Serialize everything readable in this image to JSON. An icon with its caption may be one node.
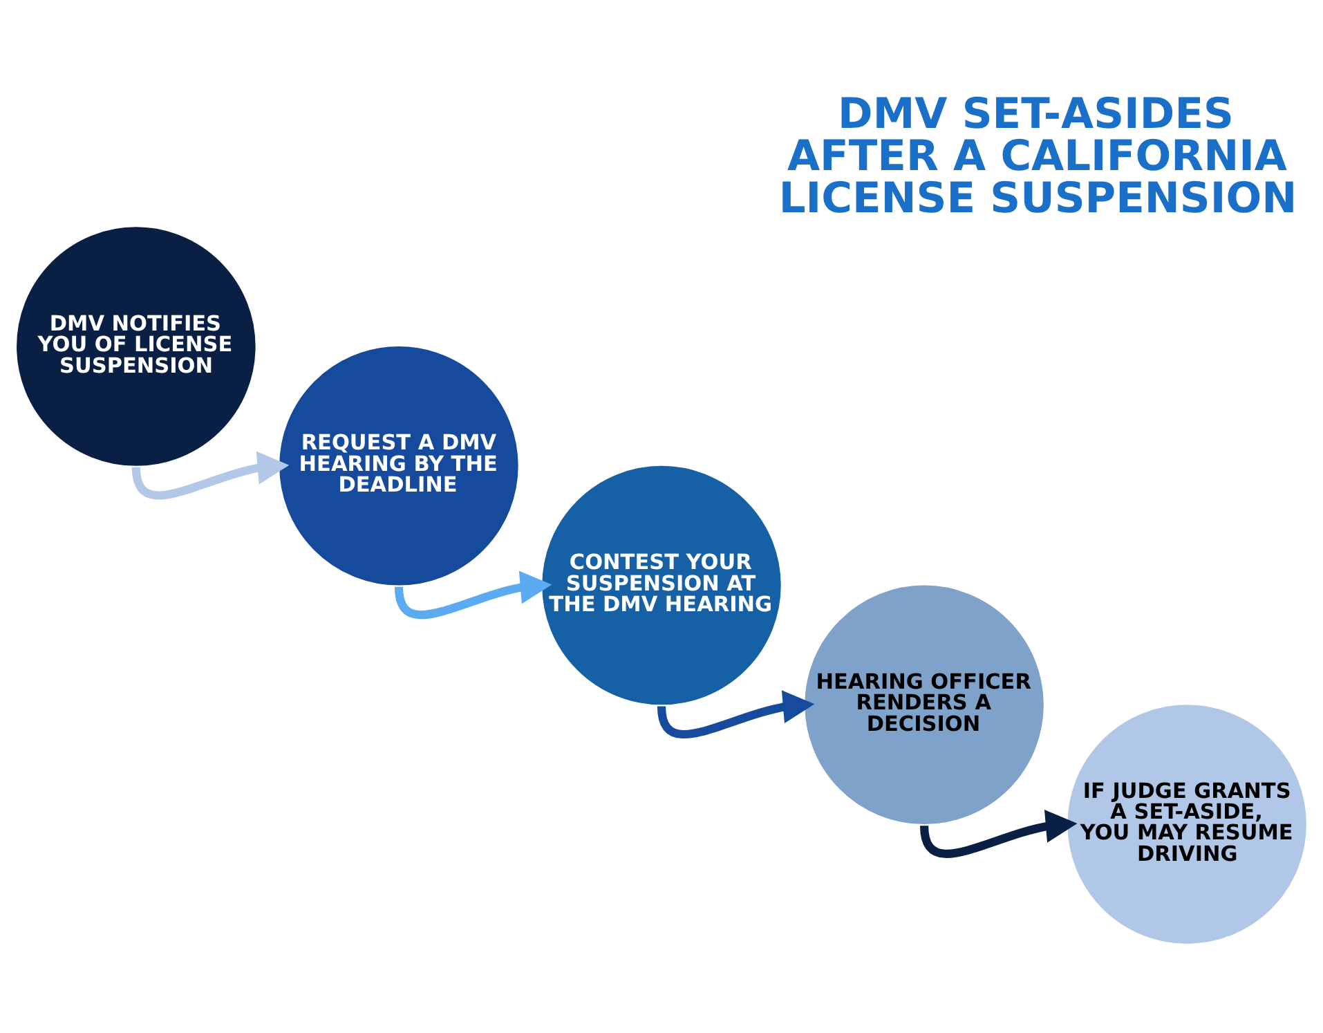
{
  "diagram": {
    "title": "DMV SET-ASIDES AFTER A CALIFORNIA LICENSE SUSPENSION",
    "nodes": [
      {
        "text": [
          "DMV NOTIFIES YOU OF LICENSE SUSPENSION"
        ]
      },
      {
        "text": [
          "REQUEST A DMV HEARING BY THE DEADLINE"
        ]
      },
      {
        "text": [
          "CONTEST YOUR SUSPENSION AT THE DMV HEARING"
        ]
      },
      {
        "text": [
          "HEARING OFFICER RENDERS A DECISION"
        ]
      },
      {
        "text": [
          "IF JUDGE GRANTS A SET-ASIDE, YOU MAY RESUME DRIVING"
        ]
      }
    ],
    "edges": [
      {
        "from": 0,
        "to": 1,
        "arrow": "to",
        "color": "#b3c7e8"
      },
      {
        "from": 1,
        "to": 2,
        "arrow": "to",
        "color": "#5aabf2"
      },
      {
        "from": 2,
        "to": 3,
        "arrow": "to",
        "color": "#154a9c"
      },
      {
        "from": 3,
        "to": 4,
        "arrow": "to",
        "color": "#0a1f44"
      }
    ]
  }
}
